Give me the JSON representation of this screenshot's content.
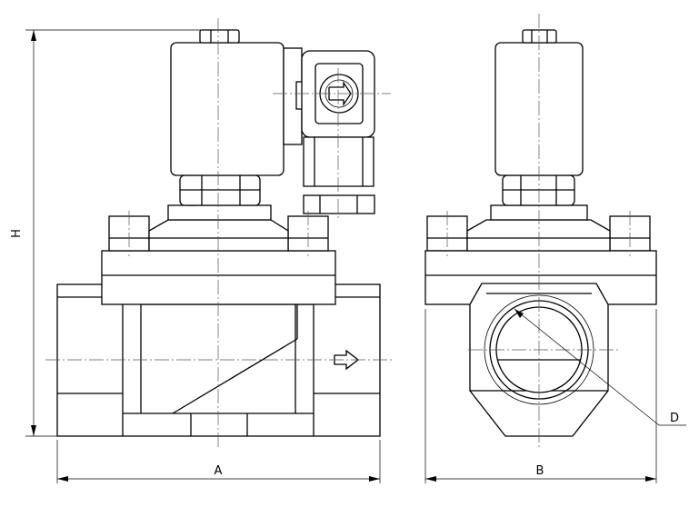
{
  "dimensions": {
    "height_label": "H",
    "width_front_label": "A",
    "width_side_label": "B",
    "diameter_label": "D"
  },
  "views": [
    "front-view",
    "side-view"
  ],
  "icons": {
    "flow": "flow-direction-arrow",
    "connector": "connector-symbol"
  }
}
